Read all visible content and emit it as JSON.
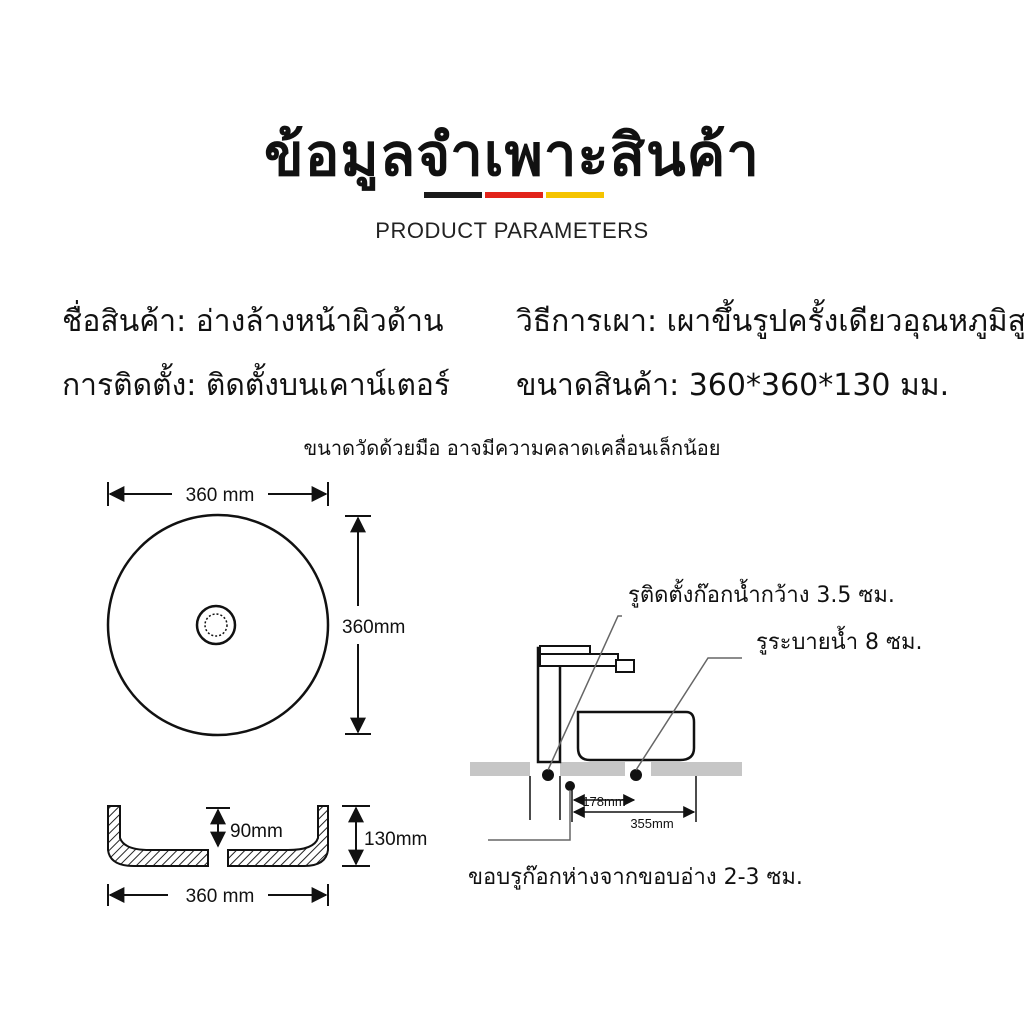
{
  "header": {
    "title": "ข้อมูลจำเพาะสินค้า",
    "subtitle": "PRODUCT PARAMETERS",
    "colors": [
      "#1a1a1a",
      "#e2231a",
      "#f5c400"
    ]
  },
  "specs": {
    "name": "ชื่อสินค้า: อ่างล้างหน้าผิวด้าน",
    "firing": "วิธีการเผา: เผาขึ้นรูปครั้งเดียวอุณหภูมิสูง",
    "install": "การติดตั้ง: ติดตั้งบนเคาน์เตอร์",
    "size": "ขนาดสินค้า: 360*360*130 มม."
  },
  "note": "ขนาดวัดด้วยมือ อาจมีความคลาดเคลื่อนเล็กน้อย",
  "diagram": {
    "top_width": "360 mm",
    "top_height": "360mm",
    "side_depth": "90mm",
    "side_height": "130mm",
    "side_width": "360 mm",
    "dim_178": "178mm",
    "dim_355": "355mm"
  },
  "callouts": {
    "faucet_hole": "รูติดตั้งก๊อกน้ำกว้าง 3.5 ซม.",
    "drain_hole": "รูระบายน้ำ 8 ซม.",
    "faucet_edge": "ขอบรูก๊อกห่างจากขอบอ่าง 2-3 ซม."
  }
}
